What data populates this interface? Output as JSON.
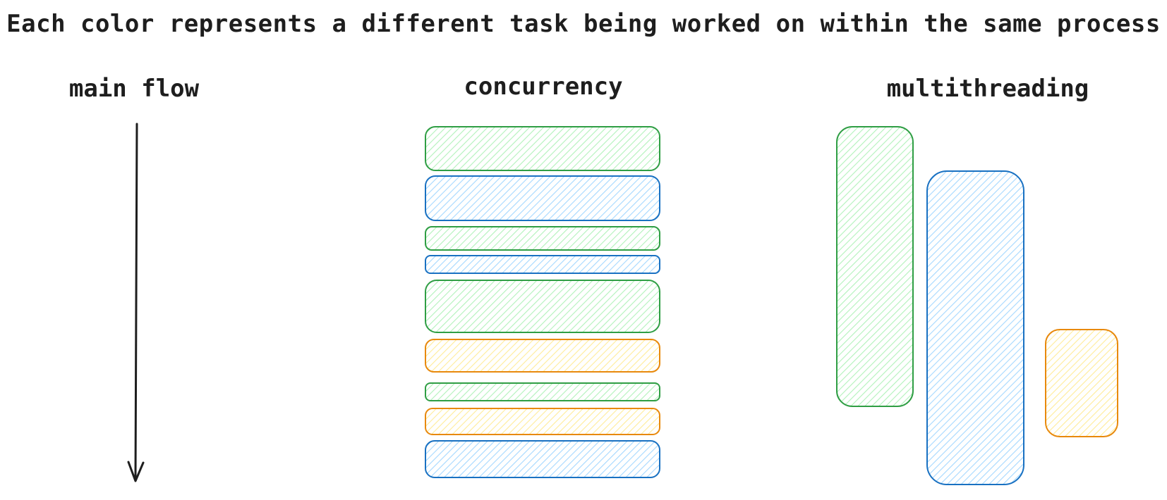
{
  "caption": "Each color represents a different task being worked on within the same process",
  "headings": {
    "main_flow": "main flow",
    "concurrency": "concurrency",
    "multithreading": "multithreading"
  },
  "colors": {
    "green": {
      "stroke": "#2f9e44",
      "fill": "#b2f2bb"
    },
    "blue": {
      "stroke": "#1971c2",
      "fill": "#a5d8ff"
    },
    "orange": {
      "stroke": "#e8890c",
      "fill": "#ffec99"
    },
    "arrow": "#1e1e1e"
  },
  "concurrency_tasks": [
    "green",
    "blue",
    "green",
    "blue",
    "green",
    "orange",
    "green",
    "orange",
    "blue"
  ],
  "multithreading_tasks": [
    "green",
    "blue",
    "orange"
  ]
}
